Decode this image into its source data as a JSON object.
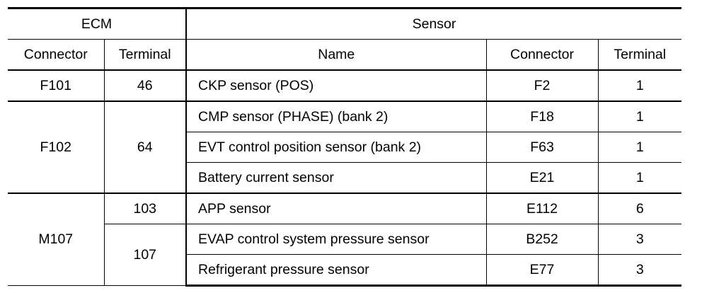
{
  "header": {
    "ecm": "ECM",
    "sensor": "Sensor",
    "ecm_connector": "Connector",
    "ecm_terminal": "Terminal",
    "sensor_name": "Name",
    "sensor_connector": "Connector",
    "sensor_terminal": "Terminal"
  },
  "rows": [
    {
      "ecm_connector": "F101",
      "ecm_terminal": "46",
      "name": "CKP sensor (POS)",
      "connector": "F2",
      "terminal": "1"
    },
    {
      "ecm_connector": "F102",
      "ecm_terminal": "64",
      "name": "CMP sensor (PHASE) (bank 2)",
      "connector": "F18",
      "terminal": "1"
    },
    {
      "ecm_connector": "",
      "ecm_terminal": "",
      "name": "EVT control position sensor (bank 2)",
      "connector": "F63",
      "terminal": "1"
    },
    {
      "ecm_connector": "",
      "ecm_terminal": "",
      "name": "Battery current sensor",
      "connector": "E21",
      "terminal": "1"
    },
    {
      "ecm_connector": "M107",
      "ecm_terminal": "103",
      "name": "APP sensor",
      "connector": "E112",
      "terminal": "6"
    },
    {
      "ecm_connector": "",
      "ecm_terminal": "107",
      "name": "EVAP control system pressure sensor",
      "connector": "B252",
      "terminal": "3"
    },
    {
      "ecm_connector": "",
      "ecm_terminal": "",
      "name": "Refrigerant pressure sensor",
      "connector": "E77",
      "terminal": "3"
    }
  ]
}
